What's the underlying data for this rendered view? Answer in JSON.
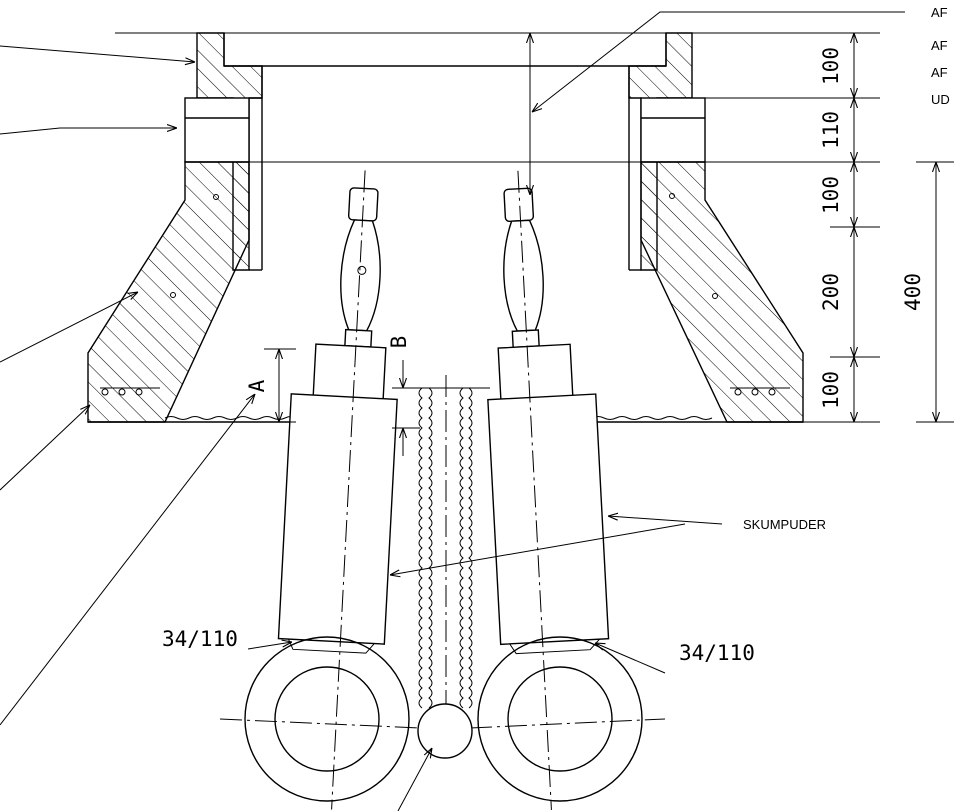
{
  "dimensions": {
    "d1": "100",
    "d2": "110",
    "d3": "100",
    "d4": "200",
    "d5": "100",
    "total": "400",
    "a": "A",
    "b": "B"
  },
  "labels": {
    "top_right_1": "AF",
    "top_right_2": "AF",
    "top_right_3": "AF",
    "top_right_4": "UD",
    "skumpuder": "SKUMPUDER",
    "pipe_left": "34/110",
    "pipe_right": "34/110"
  }
}
